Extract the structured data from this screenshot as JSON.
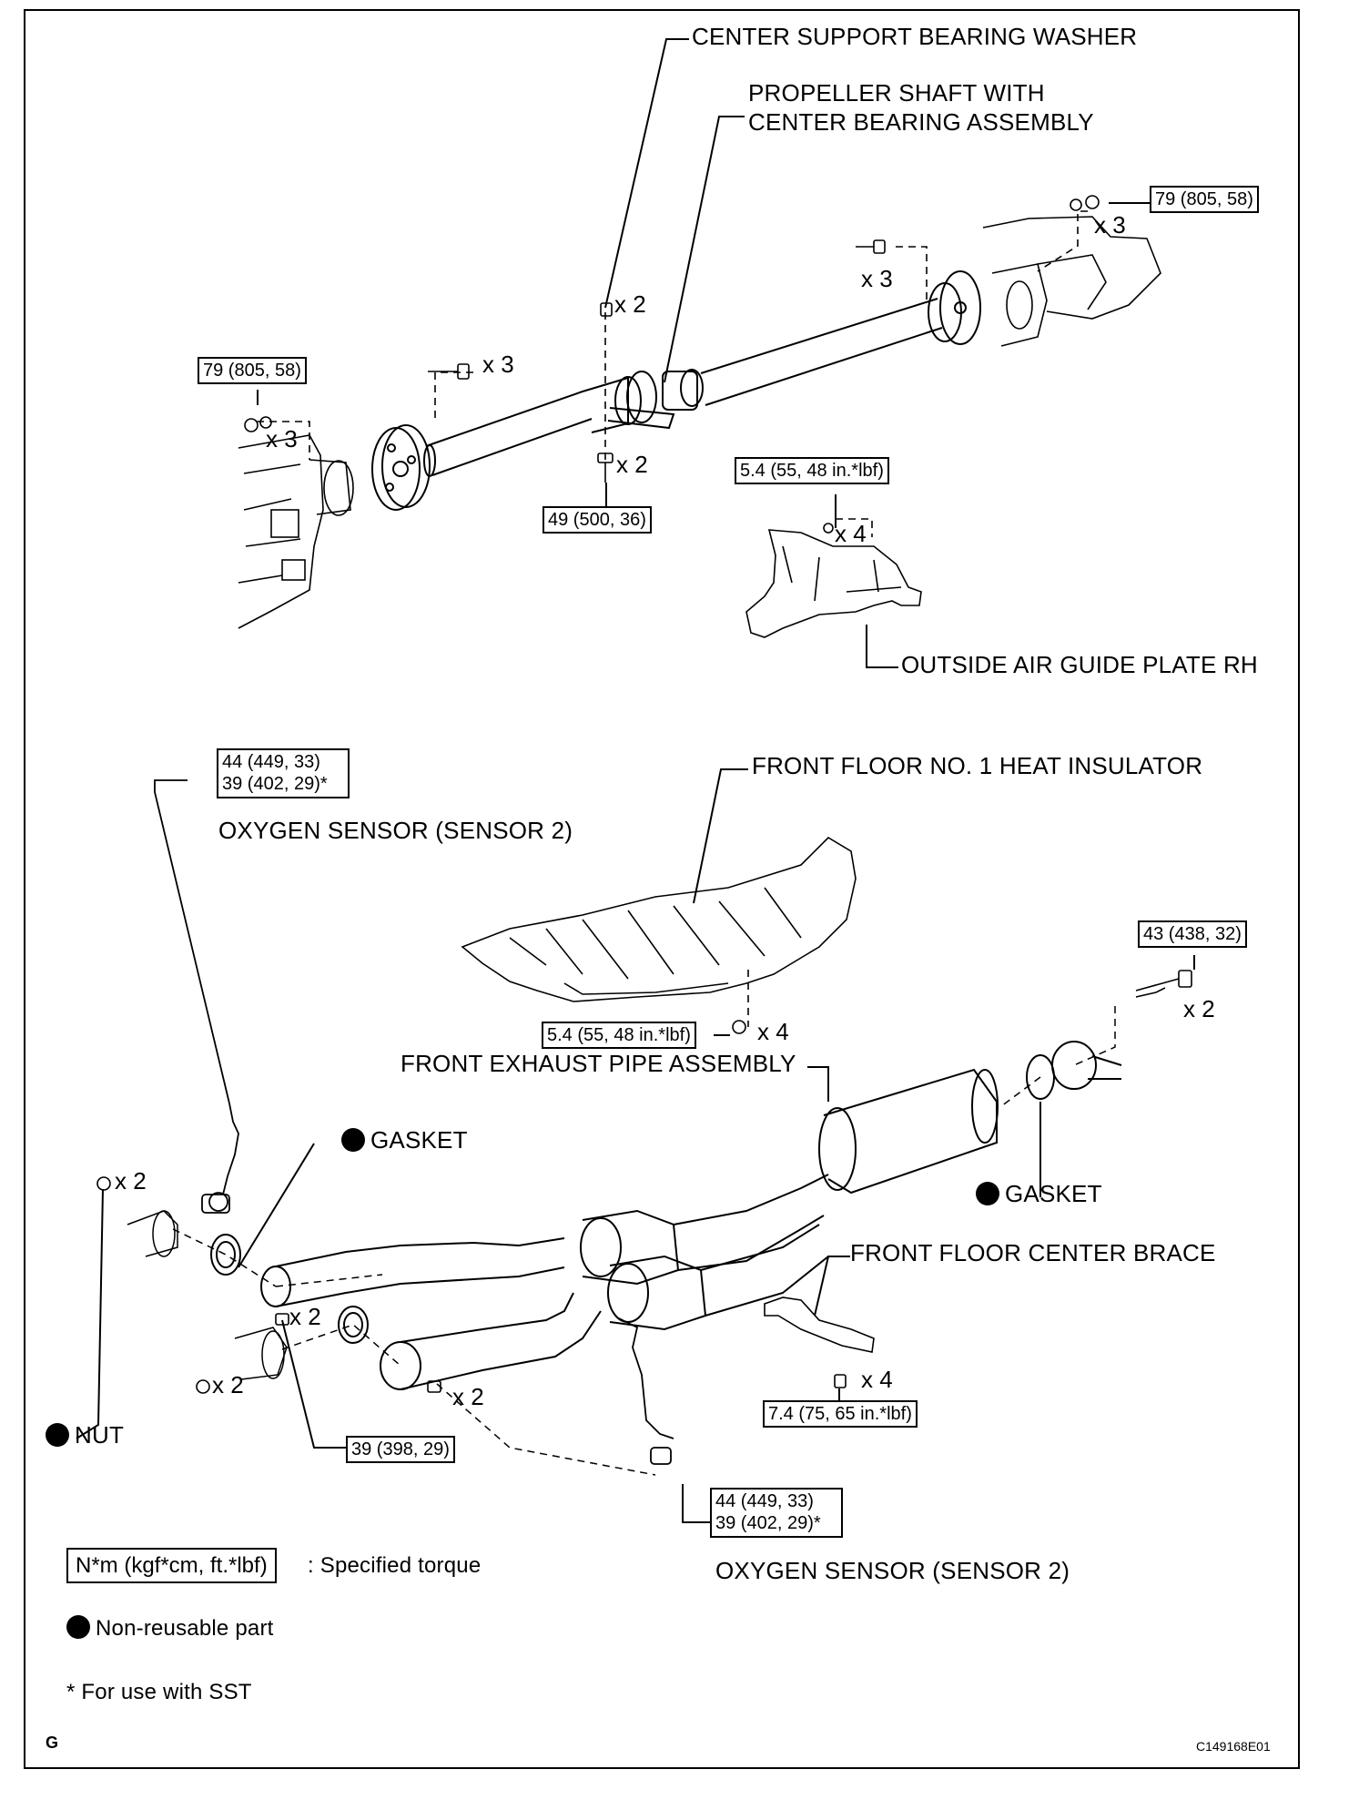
{
  "labels": {
    "center_support_bearing_washer": "CENTER SUPPORT BEARING WASHER",
    "propeller_shaft_line1": "PROPELLER SHAFT WITH",
    "propeller_shaft_line2": "CENTER BEARING ASSEMBLY",
    "outside_air_guide_plate": "OUTSIDE AIR GUIDE PLATE RH",
    "front_floor_heat_insulator": "FRONT FLOOR NO. 1 HEAT INSULATOR",
    "oxygen_sensor_upper": "OXYGEN SENSOR (SENSOR 2)",
    "front_exhaust_pipe": "FRONT EXHAUST PIPE ASSEMBLY",
    "gasket_left": "GASKET",
    "gasket_right": "GASKET",
    "front_floor_center_brace": "FRONT FLOOR CENTER BRACE",
    "nut": "NUT",
    "oxygen_sensor_lower": "OXYGEN SENSOR (SENSOR 2)"
  },
  "torques": {
    "rear_flange": "79 (805, 58)",
    "front_flange": "79 (805, 58)",
    "center_bearing": "49 (500, 36)",
    "air_guide_plate": "5.4 (55, 48 in.*lbf)",
    "heat_insulator": "5.4 (55, 48 in.*lbf)",
    "exhaust_rear": "43 (438, 32)",
    "oxygen_upper_1": "44 (449, 33)",
    "oxygen_upper_2": "39 (402, 29)*",
    "exhaust_front": "39 (398, 29)",
    "center_brace": "7.4 (75, 65 in.*lbf)",
    "oxygen_lower_1": "44 (449, 33)",
    "oxygen_lower_2": "39 (402, 29)*"
  },
  "quantities": {
    "washer": "x 2",
    "center_bolt": "x 2",
    "front_flange_bolt": "x 3",
    "front_flange_nut": "x 3",
    "rear_flange_bolt": "x 3",
    "rear_flange_nut": "x 3",
    "air_guide": "x 4",
    "heat_insulator": "x 4",
    "exhaust_rear": "x 2",
    "nut_top": "x 2",
    "nut_bottom": "x 2",
    "bolt_left": "x 2",
    "bolt_mid": "x 2",
    "center_brace": "x 4"
  },
  "legend": {
    "torque_unit": "N*m (kgf*cm, ft.*lbf)",
    "torque_desc": ": Specified torque",
    "non_reusable": "Non-reusable part",
    "sst_note": "* For use with SST"
  },
  "footer": {
    "left_code": "G",
    "right_code": "C149168E01"
  }
}
